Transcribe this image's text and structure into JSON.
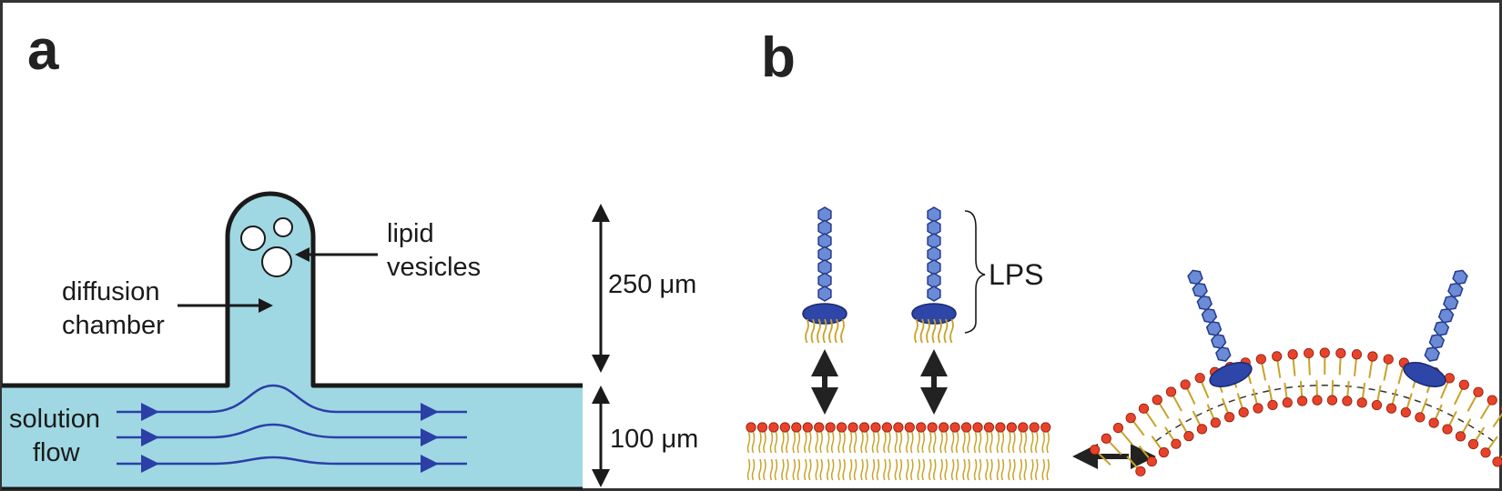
{
  "panels": {
    "a": {
      "label": "a",
      "annotations": {
        "lipid_vesicles_line1": "lipid",
        "lipid_vesicles_line2": "vesicles",
        "diffusion_chamber_line1": "diffusion",
        "diffusion_chamber_line2": "chamber",
        "solution_flow_line1": "solution",
        "solution_flow_line2": "flow"
      },
      "dimensions": {
        "chamber_height": "250 μm",
        "channel_height": "100 μm"
      }
    },
    "b": {
      "label": "b",
      "annotations": {
        "lps": "LPS"
      }
    }
  },
  "colors": {
    "fluid": "#9fd8e3",
    "outline": "#1a1a1a",
    "flow_line": "#2b3fa6",
    "sugar": "#6b8bd6",
    "sugar_stroke": "#233a8c",
    "lipid_a": "#2e46a8",
    "lipid_head": "#e8432a",
    "lipid_tail": "#c9a227",
    "arrow": "#222222",
    "frame": "#333333"
  }
}
